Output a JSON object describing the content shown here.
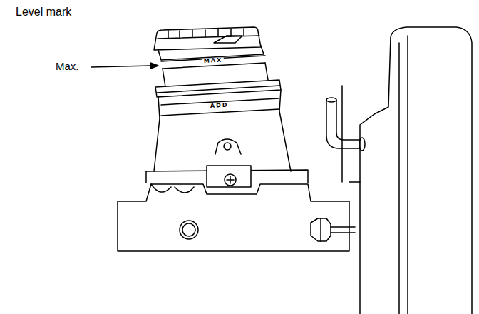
{
  "diagram": {
    "title": "Level mark",
    "labels": [
      "Max.",
      "MAX",
      "ADD"
    ]
  }
}
